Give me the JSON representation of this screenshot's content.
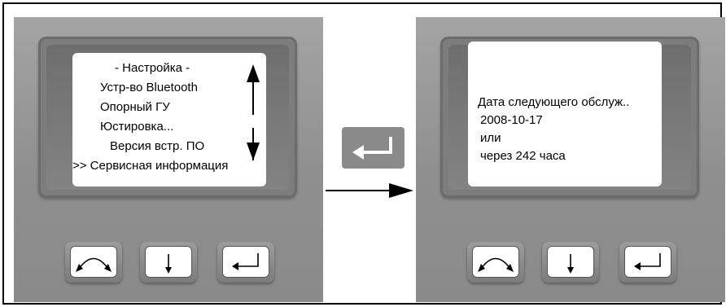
{
  "left_screen": {
    "title": "- Настройка -",
    "items": [
      "Устр-во Bluetooth",
      "Опорный ГУ",
      "Юстировка...",
      "Версия встр. ПО",
      ">> Сервисная информация"
    ]
  },
  "right_screen": {
    "lines": [
      "Дата следующего обслуж..",
      "2008-10-17",
      "или",
      "через 242 часа"
    ]
  },
  "buttons": [
    "toggle-icon",
    "down-arrow-icon",
    "enter-icon"
  ],
  "colors": {
    "device": "#9a9a9a",
    "bezel": "#7d7d7d",
    "screen": "#ffffff",
    "enter_key": "#8a8a8a"
  }
}
